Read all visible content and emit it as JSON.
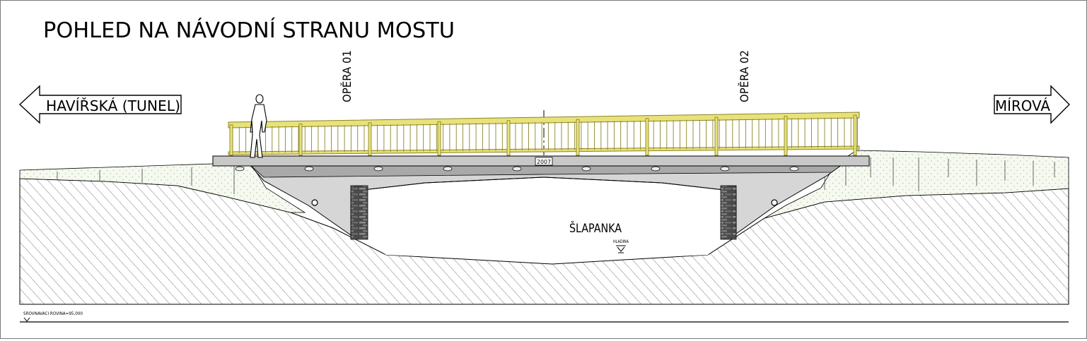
{
  "drawing": {
    "title": "POHLED NA NÁVODNÍ STRANU MOSTU",
    "left_direction": "HAVÍŘSKÁ (TUNEL)",
    "right_direction": "MÍROVÁ",
    "abutment_1": "OPĚRA 01",
    "abutment_2": "OPĚRA 02",
    "stream_name": "ŠLAPANKA",
    "water_level_label": "HLADINA",
    "reference_level": "SROVNAVACI ROVINA=95,000",
    "plaque_label": "2007"
  },
  "colors": {
    "railing": "#e8e27a",
    "railing_stroke": "#8b8526",
    "concrete": "#d6d6d6",
    "concrete_dark": "#a9a9a9",
    "soil_fill": "#f4f8ee",
    "soil_dots": "#b9d7a3",
    "hatch": "#7c7c7c",
    "masonry": "#3b3b3b",
    "line": "#000000"
  },
  "icons": [
    "left-arrow-icon",
    "right-arrow-icon",
    "pedestrian-figure-icon",
    "water-level-icon"
  ]
}
